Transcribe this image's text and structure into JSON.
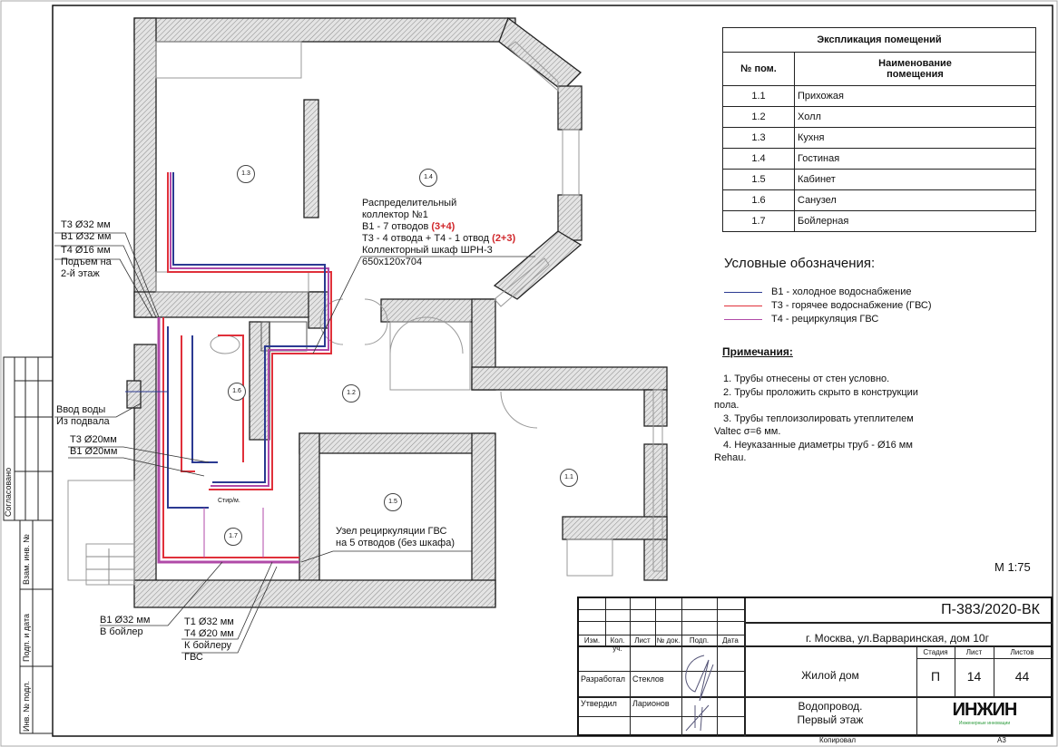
{
  "rooms_table": {
    "title": "Экспликация помещений",
    "col_num": "№ пом.",
    "col_name": "Наименование помещения",
    "rows": [
      {
        "num": "1.1",
        "name": "Прихожая"
      },
      {
        "num": "1.2",
        "name": "Холл"
      },
      {
        "num": "1.3",
        "name": "Кухня"
      },
      {
        "num": "1.4",
        "name": "Гостиная"
      },
      {
        "num": "1.5",
        "name": "Кабинет"
      },
      {
        "num": "1.6",
        "name": "Санузел"
      },
      {
        "num": "1.7",
        "name": "Бойлерная"
      }
    ]
  },
  "legend": {
    "title": "Условные обозначения:",
    "items": [
      {
        "label": "В1 - холодное водоснабжение",
        "color": "#2b3a92"
      },
      {
        "label": "Т3 - горячее водоснабжение (ГВС)",
        "color": "#e0303a"
      },
      {
        "label": "Т4 - рециркуляция ГВС",
        "color": "#b04aa8"
      }
    ]
  },
  "notes": {
    "title": "Примечания:",
    "items": [
      "1.    Трубы отнесены от стен условно.",
      "2.    Трубы проложить скрыто в конструкции",
      "пола.",
      "3.    Трубы теплоизолировать утеплителем",
      "Valtec σ=6 мм.",
      "4.    Неуказанные диаметры труб - Ø16 мм",
      "Rehau."
    ]
  },
  "scale": "М 1:75",
  "plan": {
    "room_tags": [
      "1.1",
      "1.2",
      "1.3",
      "1.4",
      "1.5",
      "1.6",
      "1.7"
    ],
    "collector": {
      "line1": "Распределительный",
      "line2": "коллектор №1",
      "line3": "В1 - 7 отводов",
      "line3_red": "(3+4)",
      "line4": "Т3 - 4 отвода + Т4 - 1 отвод",
      "line4_red": "(2+3)",
      "line5": "Коллекторный шкаф ШРН-3",
      "line6": "650х120х704"
    },
    "riser": [
      "Т3 Ø32 мм",
      "В1 Ø32 мм",
      "Т4 Ø16 мм",
      "Подъем на",
      "2-й этаж"
    ],
    "inlet": [
      "Ввод воды",
      "Из подвала"
    ],
    "bath_pipes": [
      "Т3 Ø20мм",
      "В1 Ø20мм"
    ],
    "recirc": [
      "Узел рециркуляции ГВС",
      "на 5 отводов (без шкафа)"
    ],
    "boiler_cold": [
      "В1 Ø32 мм",
      "В бойлер"
    ],
    "boiler_hot": [
      "Т1 Ø32 мм",
      "Т4 Ø20 мм",
      "К бойлеру",
      "ГВС"
    ],
    "washer": "Стир/м."
  },
  "side_stamp": {
    "agreed": "Согласовано",
    "swap": "Взам. инв. №",
    "sign_date": "Подп. и дата",
    "inv": "Инв. № подл."
  },
  "title_block": {
    "code": "П-383/2020-ВК",
    "address": "г. Москва, ул.Варваринская, дом 10г",
    "headers": [
      "Изм.",
      "Кол. уч.",
      "Лист",
      "№ док.",
      "Подп.",
      "Дата"
    ],
    "developed_label": "Разработал",
    "developed_name": "Стеклов",
    "approved_label": "Утвердил",
    "approved_name": "Ларионов",
    "object": "Жилой дом",
    "stage_label": "Стадия",
    "sheet_label": "Лист",
    "sheets_label": "Листов",
    "stage": "П",
    "sheet": "14",
    "sheets": "44",
    "drawing_title_1": "Водопровод.",
    "drawing_title_2": "Первый этаж",
    "logo": "ИНЖИН",
    "logo_sub": "Инженерные инновации",
    "copied": "Копировал",
    "format": "А3"
  }
}
